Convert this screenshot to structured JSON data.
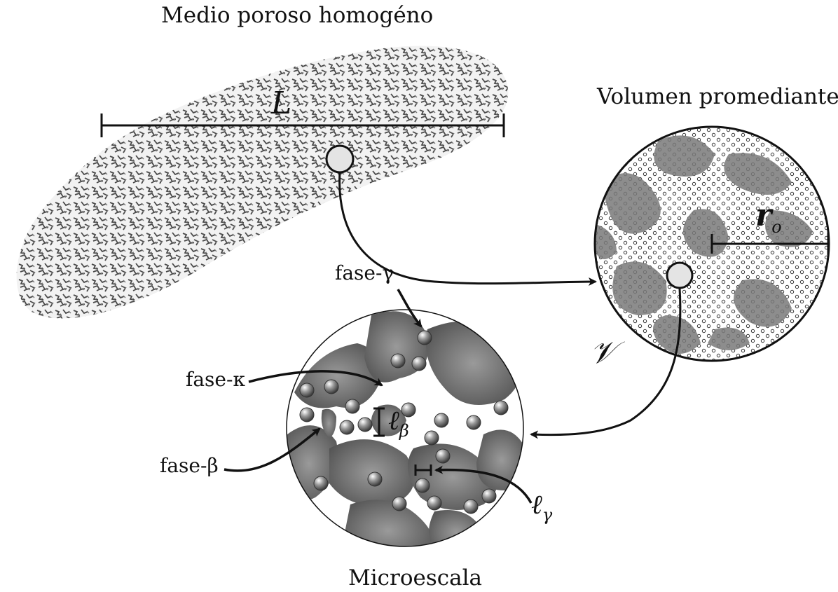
{
  "titles": {
    "macro": "Medio poroso homogéno",
    "averaging": "Volumen promediante",
    "micro": "Microescala"
  },
  "symbols": {
    "length_scale": "L",
    "radius": "r",
    "radius_sub": "o",
    "volume": "𝒱",
    "ell": "ℓ",
    "beta_sub": "β",
    "gamma_sub": "γ"
  },
  "phases": {
    "gamma": "fase-γ",
    "kappa": "fase-κ",
    "beta": "fase-β"
  },
  "colors": {
    "ink": "#111111",
    "solid_dark": "#555555",
    "solid_light": "#8a8a8a",
    "particle": "#666666"
  }
}
